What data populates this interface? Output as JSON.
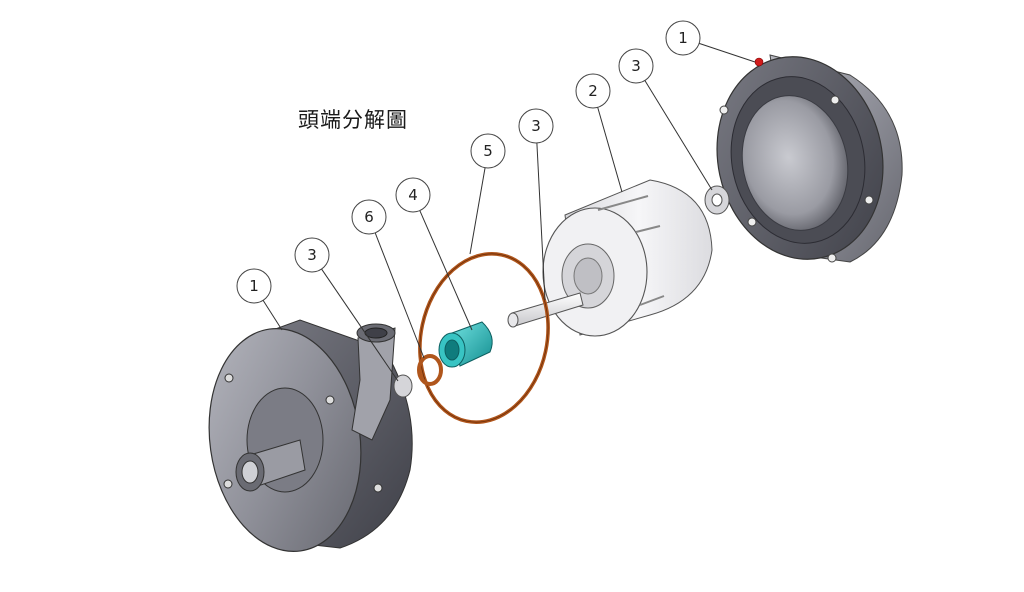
{
  "diagram": {
    "title": "頭端分解圖",
    "callouts": [
      {
        "id": "c-housing-rear",
        "label": "1"
      },
      {
        "id": "c-housing-front",
        "label": "1"
      },
      {
        "id": "c-impeller",
        "label": "2"
      },
      {
        "id": "c-washer-rear",
        "label": "3"
      },
      {
        "id": "c-shaft",
        "label": "3"
      },
      {
        "id": "c-washer-front",
        "label": "3"
      },
      {
        "id": "c-bushing",
        "label": "4"
      },
      {
        "id": "c-oring",
        "label": "5"
      },
      {
        "id": "c-small-oring",
        "label": "6"
      }
    ],
    "colors": {
      "housing": "#8f9099",
      "housing_dark": "#5e5f68",
      "oring": "#b0561c",
      "bushing": "#2bb5b5",
      "impeller": "#e9e9ec",
      "leader": "#333333"
    }
  }
}
